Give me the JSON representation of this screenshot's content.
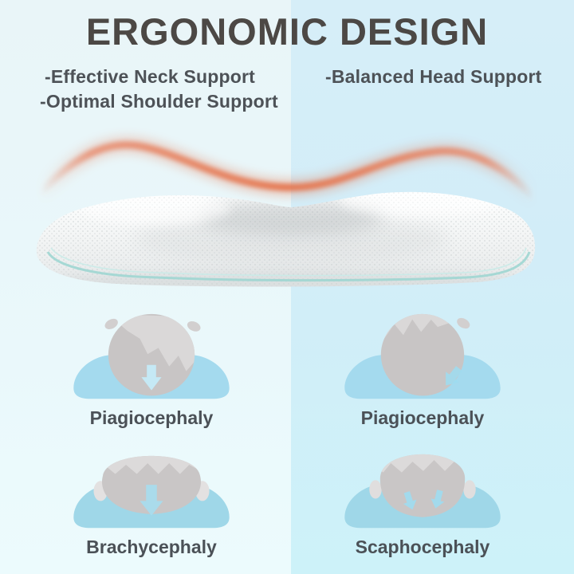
{
  "page": {
    "title": "ERGONOMIC DESIGN"
  },
  "features": {
    "left": [
      {
        "label": "-Effective Neck Support"
      },
      {
        "label": "-Optimal Shoulder Support"
      }
    ],
    "right": [
      {
        "label": "-Balanced Head Support"
      }
    ]
  },
  "conditions": [
    {
      "label": "Piagiocephaly"
    },
    {
      "label": "Piagiocephaly"
    },
    {
      "label": "Brachycephaly"
    },
    {
      "label": "Scaphocephaly"
    }
  ],
  "colors": {
    "background_left": "#eaf6f9",
    "background_right": "#d3edf8",
    "heading_text": "#4c4845",
    "feature_text": "#4d5257",
    "label_text": "#4b5157",
    "wave_coral": "#e8815f",
    "pillow_body_light": "#fdfefe",
    "pillow_body_shade": "#e5e8e9",
    "pillow_trim_teal": "#9fd6d2",
    "head_gray": "#c8c5c5",
    "hair_gray": "#dad8d8",
    "ear_gray": "#e2e0e0",
    "small_pillow_blue": "#a4daee",
    "arrow_blue": "#9edcf0"
  }
}
